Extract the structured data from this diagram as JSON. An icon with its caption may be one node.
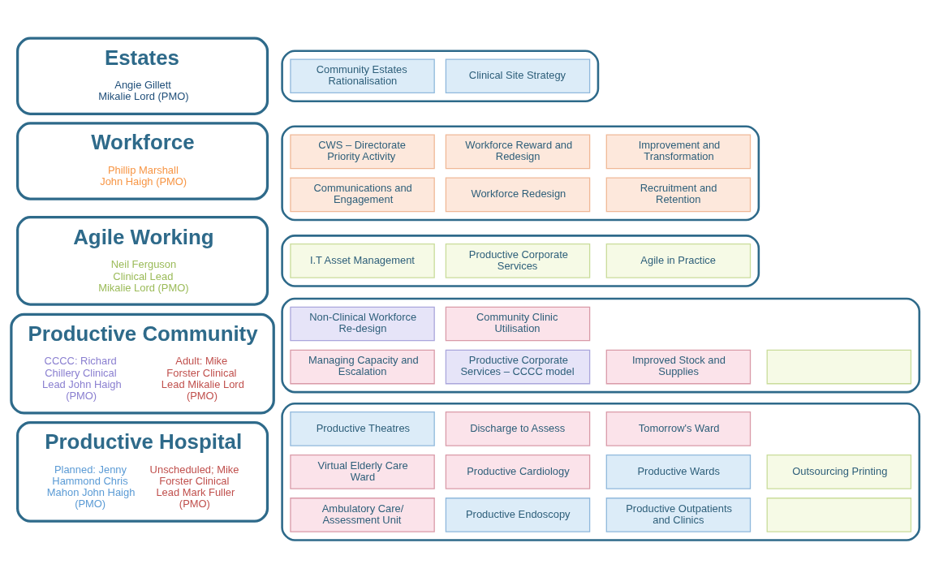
{
  "diagram": {
    "nodes": [
      {
        "text": [
          "Productive Hospital",
          "Planned: Jenny Hammond Chris Mahon John Haigh (PMO)",
          "Unscheduled; Mike Forster Clinical Lead Mark Fuller (PMO)"
        ]
      },
      {
        "text": [],
        "shape": "chevron"
      },
      {
        "text": [
          "Productive Theatres"
        ],
        "in": 1
      },
      {
        "text": [
          "Productive Endoscopy"
        ],
        "in": 1
      },
      {
        "text": [
          "Productive Outpatients and Clinics"
        ],
        "in": 1
      },
      {
        "text": [],
        "shape": "box",
        "in": 1
      },
      {
        "text": [
          "Virtual Elderly Care Ward"
        ],
        "in": 1
      },
      {
        "text": [
          "Productive Cardiology"
        ],
        "in": 1
      },
      {
        "text": [
          "Productive Wards"
        ],
        "in": 1
      },
      {
        "text": [
          "Ambulatory Care/ Assessment Unit"
        ],
        "in": 1
      },
      {
        "text": [
          "Discharge to Assess"
        ],
        "in": 1
      },
      {
        "text": [
          "Tomorrow's Ward"
        ],
        "in": 1
      },
      {
        "text": [
          "Outsourcing Printing"
        ],
        "in": 1
      },
      {
        "text": [
          "Productive Community",
          "CCCC: Richard Chillery Clinical Lead John Haigh (PMO)",
          "Adult: Mike Forster Clinical Lead Mikalie Lord (PMO)"
        ]
      },
      {
        "text": [],
        "shape": "chevron"
      },
      {
        "text": [
          "Non-Clinical Workforce Re-design"
        ],
        "in": 14
      },
      {
        "text": [
          "Productive Corporate Services – CCCC model"
        ],
        "in": 14
      },
      {
        "text": [
          "Managing Capacity and Escalation"
        ],
        "in": 14
      },
      {
        "text": [
          "Community Clinic Utilisation"
        ],
        "in": 14
      },
      {
        "text": [
          "Improved Stock and Supplies"
        ],
        "in": 14
      },
      {
        "text": [],
        "shape": "box",
        "in": 14
      },
      {
        "text": [
          "Agile Working",
          "Neil Ferguson Clinical Lead Mikalie Lord (PMO)"
        ]
      },
      {
        "text": [],
        "shape": "chevron"
      },
      {
        "text": [
          "I.T Asset Management"
        ],
        "in": 22
      },
      {
        "text": [
          "Productive Corporate Services"
        ],
        "in": 22
      },
      {
        "text": [
          "Agile in Practice"
        ],
        "in": 22
      },
      {
        "text": [
          "Workforce",
          "Phillip Marshall John Haigh (PMO)"
        ]
      },
      {
        "text": [],
        "shape": "chevron"
      },
      {
        "text": [
          "CWS – Directorate Priority Activity"
        ],
        "in": 27
      },
      {
        "text": [
          "Workforce Redesign"
        ],
        "in": 27
      },
      {
        "text": [
          "Recruitment and Retention"
        ],
        "in": 27
      },
      {
        "text": [
          "Communications and Engagement"
        ],
        "in": 27
      },
      {
        "text": [
          "Workforce Reward and Redesign"
        ],
        "in": 27
      },
      {
        "text": [
          "Improvement and Transformation"
        ],
        "in": 27
      },
      {
        "text": [
          "Estates",
          "Angie Gillett Mikalie Lord (PMO)"
        ]
      },
      {
        "text": [],
        "shape": "chevron"
      },
      {
        "text": [
          "Community Estates Rationalisation"
        ],
        "in": 35
      },
      {
        "text": [
          "Clinical Site Strategy"
        ],
        "in": 35
      }
    ],
    "edges": []
  }
}
